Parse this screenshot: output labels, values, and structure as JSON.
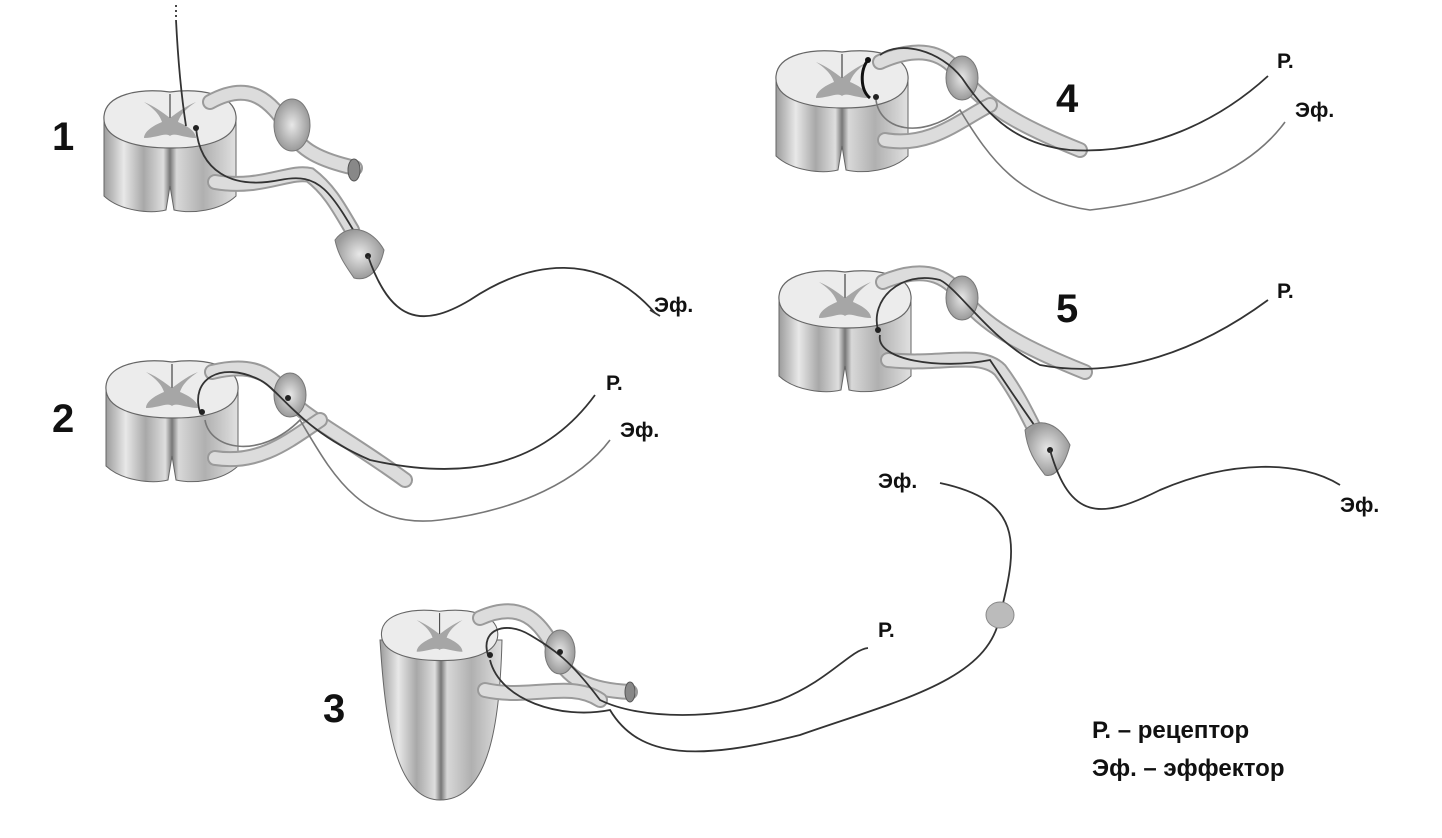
{
  "diagram": {
    "numbers": [
      "1",
      "2",
      "3",
      "4",
      "5"
    ],
    "receptor_short": "Р.",
    "effector_short": "Эф.",
    "legend": {
      "receptor": "Р. – рецептор",
      "effector": "Эф. – эффектор"
    }
  }
}
